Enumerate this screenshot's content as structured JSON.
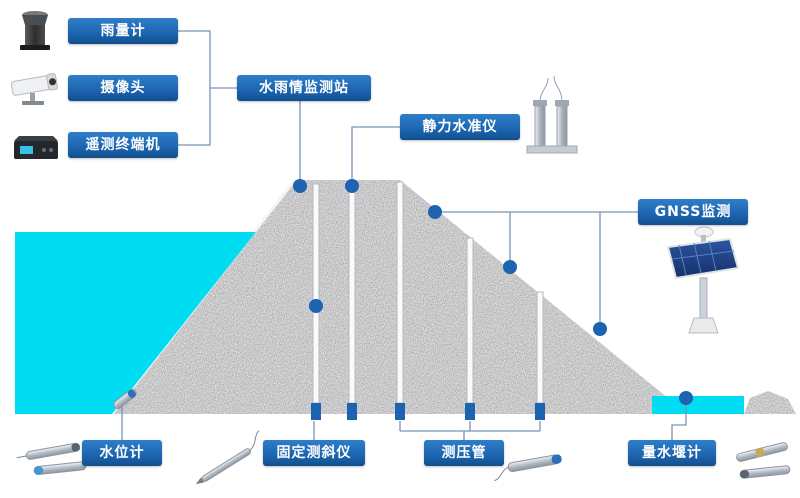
{
  "diagram": {
    "type": "dam-safety-monitoring-schematic",
    "labels": {
      "rain_gauge": "雨量计",
      "camera": "摄像头",
      "telemetry_terminal": "遥测终端机",
      "water_rain_station": "水雨情监测站",
      "static_level": "静力水准仪",
      "gnss": "GNSS监测",
      "water_level_gauge": "水位计",
      "fixed_inclinometer": "固定测斜仪",
      "piezometer": "测压管",
      "weir_gauge": "量水堰计"
    },
    "device_icons": [
      "rain-gauge-icon",
      "camera-icon",
      "telemetry-terminal-icon",
      "static-level-device-icon",
      "gnss-station-icon",
      "water-level-sensor-icon",
      "water-level-probe-icon",
      "inclinometer-probe-icon",
      "piezometer-probe-icon",
      "weir-gauge-probe-icon"
    ],
    "colors": {
      "label_bg": "#1c64b0",
      "label_bg_light": "#2f7ec9",
      "label_text": "#ffffff",
      "water": "#00ddf2",
      "marker": "#1c64b0",
      "connector": "#7a93b5",
      "dam_gray": "#bdbdbd"
    }
  }
}
